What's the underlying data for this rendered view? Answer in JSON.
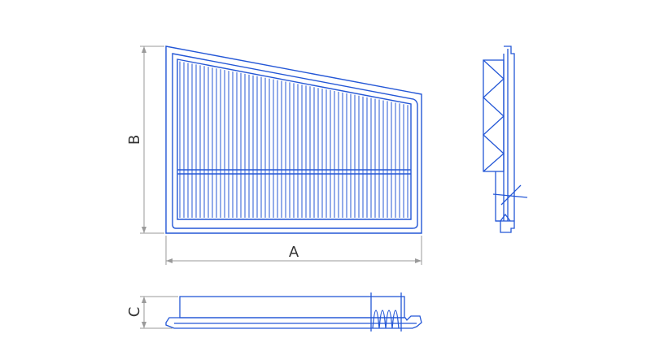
{
  "colors": {
    "outline": "#2457d6",
    "dimension": "#9a9a9a",
    "label": "#333333",
    "background": "#ffffff"
  },
  "dimensions": {
    "width_label": "A",
    "height_label": "B",
    "depth_label": "C"
  },
  "views": {
    "front": "front-view",
    "side": "side-view",
    "bottom": "bottom-view"
  }
}
